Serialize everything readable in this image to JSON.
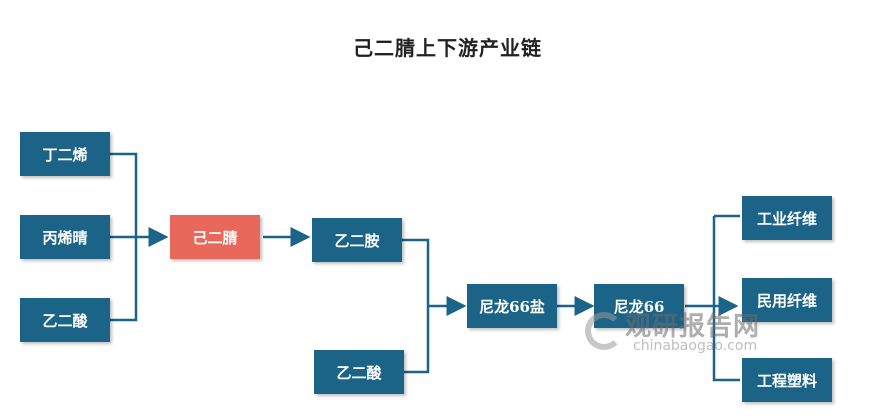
{
  "title": "己二腈上下游产业链",
  "nodes": {
    "butadiene": "丁二烯",
    "acrylonitrile": "丙烯晴",
    "adipic_acid_1": "乙二酸",
    "adiponitrile": "己二腈",
    "hexamethylenediamine": "乙二胺",
    "adipic_acid_2": "乙二酸",
    "nylon66_salt": "尼龙66盐",
    "nylon66": "尼龙66",
    "industrial_fiber": "工业纤维",
    "civil_fiber": "民用纤维",
    "engineering_plastic": "工程塑料"
  },
  "colors": {
    "node": "#1c6487",
    "highlight": "#e8695c",
    "line": "#1c6487"
  },
  "watermark": {
    "cn": "观研报告网",
    "en": "chinabaogao.com"
  }
}
